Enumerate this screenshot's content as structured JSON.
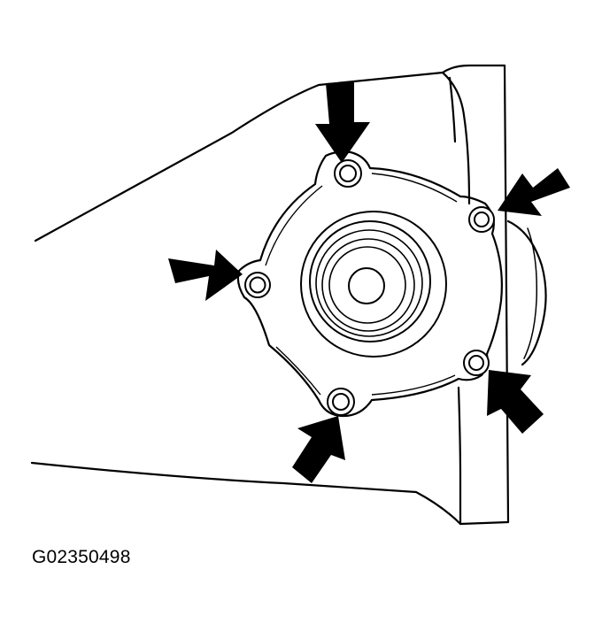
{
  "figure": {
    "code": "G02350498"
  },
  "colors": {
    "line": "#000000",
    "background": "#ffffff"
  },
  "bolts": [
    {
      "id": "top"
    },
    {
      "id": "upper-right"
    },
    {
      "id": "left"
    },
    {
      "id": "lower-right"
    },
    {
      "id": "bottom"
    }
  ]
}
